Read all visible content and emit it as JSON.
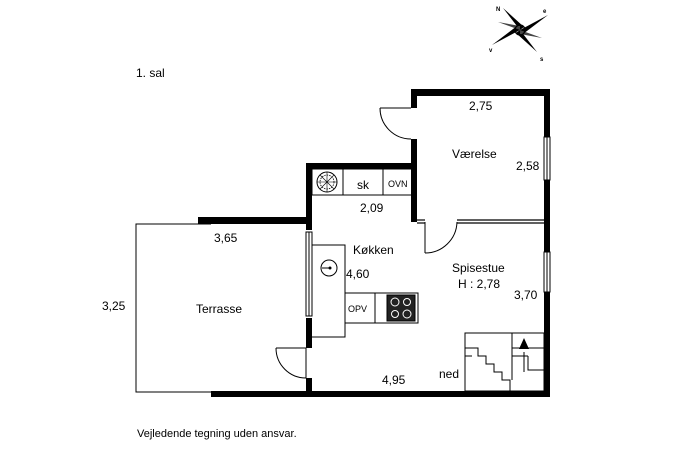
{
  "floor_label": "1. sal",
  "disclaimer": "Vejledende tegning uden ansvar.",
  "compass": {
    "n": "N",
    "e": "e",
    "s": "s",
    "v": "v"
  },
  "rooms": {
    "vaerelse": {
      "name": "Værelse",
      "dim_top": "2,75",
      "dim_side": "2,58"
    },
    "kokken": {
      "name": "Køkken",
      "dim_counter": "2,09",
      "dim_side": "4,60",
      "sink_label": "sk",
      "oven_label": "OVN",
      "dishwasher_label": "OPV"
    },
    "spisestue": {
      "name": "Spisestue",
      "height": "H : 2,78",
      "dim_side": "3,70",
      "dim_bottom": "4,95",
      "stairs_label": "ned"
    },
    "terrasse": {
      "name": "Terrasse",
      "dim_top": "3,65",
      "dim_side": "3,25"
    }
  }
}
